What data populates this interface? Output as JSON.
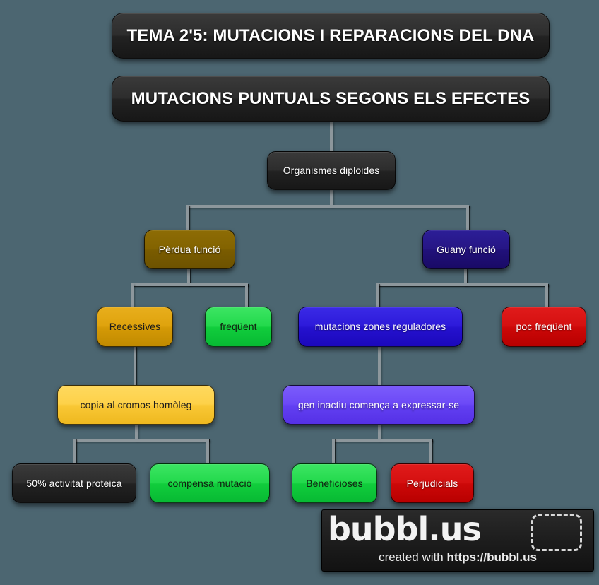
{
  "background_color": "#4c6671",
  "connector_color": "#8d979c",
  "diagram": {
    "title_boxes": [
      {
        "id": "tema",
        "label": "TEMA 2'5: MUTACIONS I REPARACIONS DEL DNA",
        "color": "#2d2d2d"
      },
      {
        "id": "mutacions",
        "label": "MUTACIONS PUNTUALS SEGONS ELS EFECTES",
        "color": "#2d2d2d"
      }
    ],
    "root": {
      "id": "organismes",
      "label": "Organismes diploides",
      "color": "#2d2d2d"
    },
    "nodes": [
      {
        "id": "perdua",
        "label": "Pèrdua funció",
        "color": "#836300"
      },
      {
        "id": "guany",
        "label": "Guany funció",
        "color": "#261685"
      },
      {
        "id": "recessives",
        "label": "Recessives",
        "color": "#dfa30d"
      },
      {
        "id": "frequent",
        "label": "freqüent",
        "color": "#23d94c"
      },
      {
        "id": "mut-zones",
        "label": "mutacions zones reguladores",
        "color": "#2d1ada"
      },
      {
        "id": "poc-freq",
        "label": "poc freqüent",
        "color": "#d51010"
      },
      {
        "id": "copia",
        "label": "copia al cromos homòleg",
        "color": "#fdd149"
      },
      {
        "id": "gen-inactiu",
        "label": "gen inactiu comença a expressar-se",
        "color": "#6c49f7"
      },
      {
        "id": "activitat",
        "label": "50% activitat proteica",
        "color": "#2d2d2d"
      },
      {
        "id": "compensa",
        "label": "compensa mutació",
        "color": "#23d94c"
      },
      {
        "id": "beneficioses",
        "label": "Beneficioses",
        "color": "#23d94c"
      },
      {
        "id": "perjudicials",
        "label": "Perjudicials",
        "color": "#d51010"
      }
    ]
  },
  "watermark": {
    "logo": "bubbl.us",
    "created_with": "created with ",
    "url": "https://bubbl.us"
  }
}
